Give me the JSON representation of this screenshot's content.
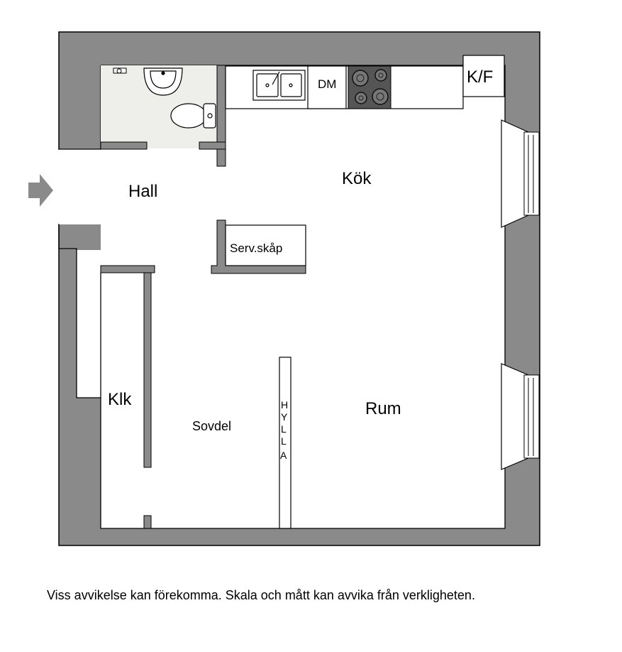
{
  "rooms": {
    "hall": "Hall",
    "kok": "Kök",
    "rum": "Rum",
    "klk": "Klk",
    "sovdel": "Sovdel"
  },
  "fixtures": {
    "dishwasher": "DM",
    "fridge_freezer": "K/F",
    "service_cabinet": "Serv.skåp",
    "shelf_letters": [
      "H",
      "Y",
      "L",
      "L",
      "A"
    ]
  },
  "disclaimer": "Viss avvikelse kan förekomma. Skala och mått kan avvika från verkligheten.",
  "colors": {
    "wall": "#8a8a8a",
    "floor": "#ffffff",
    "bathroom_floor": "#eeeeea",
    "stove": "#555555"
  }
}
